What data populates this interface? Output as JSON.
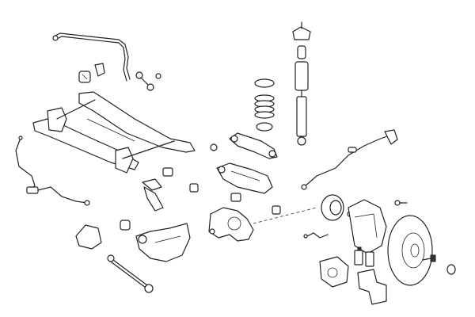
{
  "diagram": {
    "type": "exploded-parts-view",
    "line_color": "#222222",
    "background": "#ffffff",
    "parts": [
      "stabilizer-bar",
      "stabilizer-bushing",
      "stabilizer-link",
      "subframe",
      "abs-sensor-cable",
      "shock-absorber",
      "shock-mount",
      "bump-stop",
      "coil-spring",
      "spring-seat",
      "upper-control-arm",
      "lower-control-arm",
      "parking-brake-cable",
      "wheel-knuckle",
      "wheel-hub",
      "backing-plate",
      "brake-disc",
      "brake-caliper",
      "brake-pads",
      "caliper-bracket",
      "trailing-arm",
      "toe-link",
      "bushing",
      "wheel-bolt",
      "dust-cap",
      "brake-hose"
    ]
  }
}
